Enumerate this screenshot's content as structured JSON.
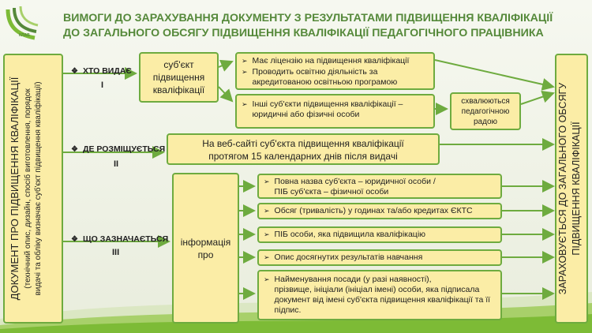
{
  "title": {
    "line1": "ВИМОГИ  ДО ЗАРАХУВАННЯ ДОКУМЕНТУ З РЕЗУЛЬТАТАМИ ПІДВИЩЕННЯ  КВАЛІФІКАЦІЇ",
    "line2": "ДО ЗАГАЛЬНОГО ОБСЯГУ ПІДВИЩЕННЯ КВАЛІФІКАЦІЇ ПЕДАГОГІЧНОГО ПРАЦІВНИКА"
  },
  "logo": {
    "text": "КЛАВ"
  },
  "left_box": {
    "main": "ДОКУМЕНТ ПРО ПІДВИЩЕННЯ КВАЛІФІКАЦІЇ",
    "sub1": "(технічний опис, дизайн, спосіб виготовлення, порядок",
    "sub2": "видачі та обліку визначає суб'єкт підвищення кваліфікації)"
  },
  "right_box": {
    "line1": "ЗАРАХОВУЄТЬСЯ ДО ЗАГАЛЬНОГО ОБСЯГУ",
    "line2": "ПІДВИЩЕННЯ КВАЛІФІКАЦІЇ"
  },
  "sections": [
    {
      "label": "ХТО ВИДАЄ",
      "roman": "І"
    },
    {
      "label": "ДЕ РОЗМІЩУЄТЬСЯ",
      "roman": "ІІ"
    },
    {
      "label": "ЩО ЗАЗНАЧАЄТЬСЯ",
      "roman": "ІІІ"
    }
  ],
  "subject_box": {
    "text": "суб'єкт підвищення кваліфікації"
  },
  "license_items": [
    "Має ліцензію на підвищення кваліфікації",
    "Проводить освітню діяльність за акредитованою освітньою програмою"
  ],
  "other_item": "Інші суб'єкти підвищення  кваліфікації – юридичні або фізичні особи",
  "approve_box": "схвалюються педагогічною радою",
  "website_box": {
    "line1": "На веб-сайті суб'єкта підвищення кваліфікації",
    "line2": "протягом 15 календарних днів після видачі"
  },
  "info_box": "інформація про",
  "info_items": [
    {
      "line1": "Повна назва суб'єкта – юридичної особи /",
      "line2": "ПІБ суб'єкта – фізичної особи"
    },
    {
      "line1": "Обсяг (тривалість) у годинах та/або кредитах ЄКТС",
      "line2": ""
    },
    {
      "line1": "ПІБ особи, яка підвищила кваліфікацію",
      "line2": ""
    },
    {
      "line1": "Опис досягнутих результатів навчання",
      "line2": ""
    },
    {
      "line1": "Найменування посади (у разі наявності),",
      "line2": "прізвище, ініціали (ініціал імені) особи, яка підписала документ від імені суб'єкта підвищення кваліфікації та її підпис."
    }
  ],
  "colors": {
    "title": "#55893a",
    "border": "#6eab3f",
    "fill": "#fbeda6",
    "swoosh": "#8dc63f"
  }
}
